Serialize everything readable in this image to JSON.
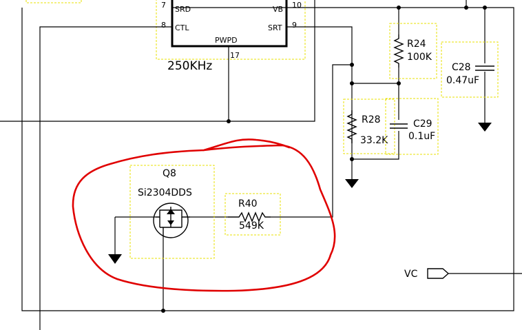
{
  "ic": {
    "pins": [
      {
        "num": "7",
        "name": "SRD"
      },
      {
        "num": "8",
        "name": "CTL"
      },
      {
        "num": "10",
        "name": "VB"
      },
      {
        "num": "9",
        "name": "SRT"
      },
      {
        "num": "17",
        "name": "PWPD"
      }
    ],
    "frequency_label": "250KHz"
  },
  "components": {
    "r24": {
      "ref": "R24",
      "value": "100K"
    },
    "c28": {
      "ref": "C28",
      "value": "0.47uF"
    },
    "r28": {
      "ref": "R28",
      "value": "33.2K"
    },
    "c29": {
      "ref": "C29",
      "value": "0.1uF"
    },
    "q8": {
      "ref": "Q8",
      "part": "Si2304DDS"
    },
    "r40": {
      "ref": "R40",
      "value": "549K"
    }
  },
  "net_labels": {
    "vc": "VC"
  },
  "colors": {
    "wire": "#000000",
    "outline": "#e8e000",
    "highlight": "#e00000"
  }
}
